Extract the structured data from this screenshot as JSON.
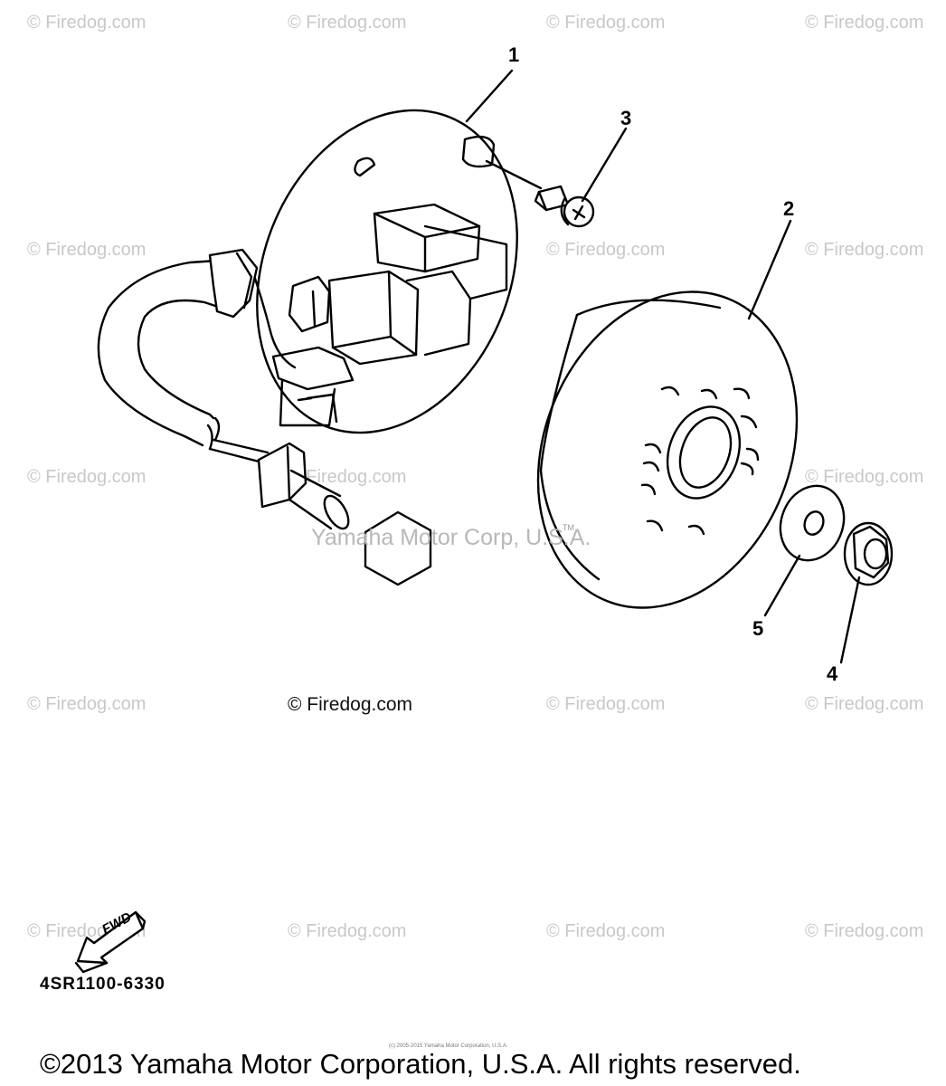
{
  "watermark": "© Firedog.com",
  "center_watermark": "Yamaha Motor Corp, U.S.A.",
  "tm_mark": "TM",
  "firedog_label": "© Firedog.com",
  "callouts": [
    "1",
    "2",
    "3",
    "4",
    "5"
  ],
  "fwd_label": "FWD",
  "part_code": "4SR1100-6330",
  "small_copyright": "(c) 2005-2015 Yamaha Motor Corporation, U.S.A.",
  "copyright": "©2013 Yamaha Motor Corporation, U.S.A. All rights reserved."
}
